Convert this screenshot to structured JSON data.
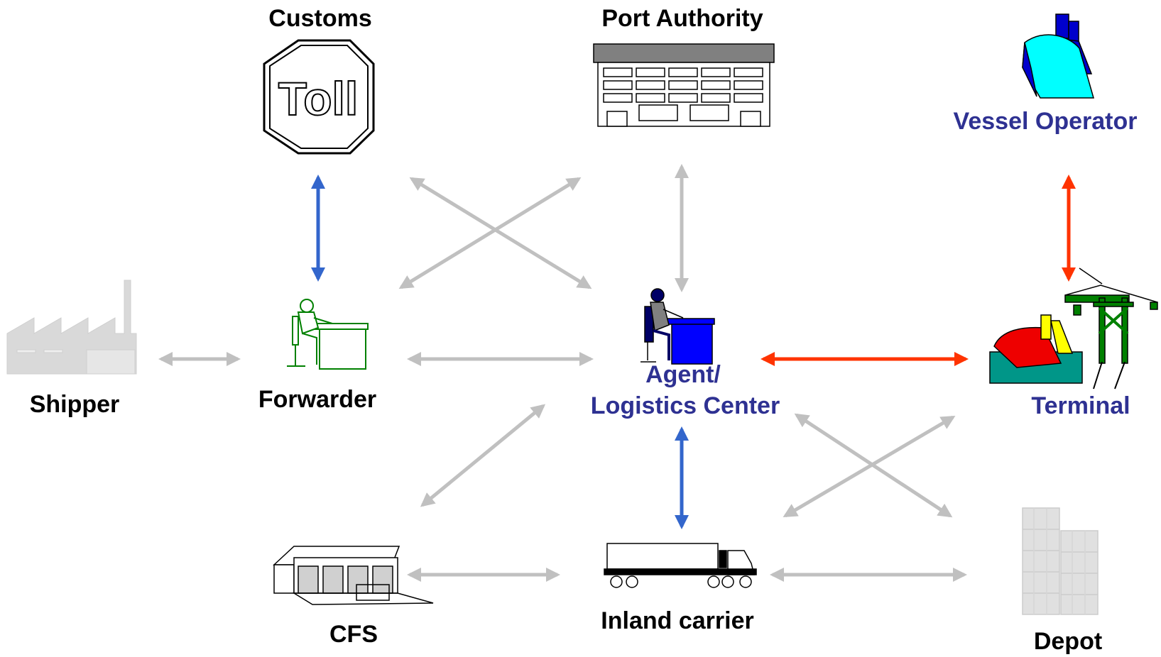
{
  "nodes": {
    "customs": "Customs",
    "port_authority": "Port Authority",
    "vessel_operator": "Vessel Operator",
    "shipper": "Shipper",
    "forwarder": "Forwarder",
    "agent_line1": "Agent/",
    "agent_line2": "Logistics Center",
    "terminal": "Terminal",
    "cfs": "CFS",
    "inland_carrier": "Inland carrier",
    "depot": "Depot"
  },
  "icons": {
    "toll_sign_text": "Toll"
  },
  "colors": {
    "gray_arrow": "#c0c0c0",
    "blue_arrow": "#3366cc",
    "red_arrow": "#ff3300",
    "label_blue": "#2e3192",
    "faded_gray": "#d9d9d9"
  }
}
